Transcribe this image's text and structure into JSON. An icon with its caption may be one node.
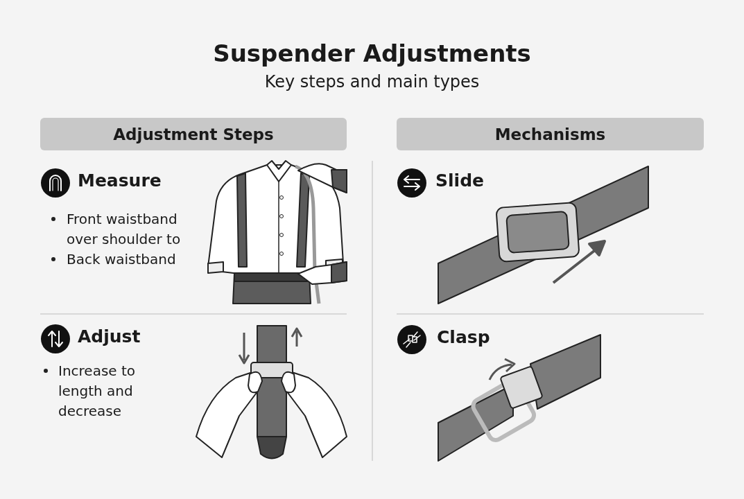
{
  "diagram": {
    "title": "Suspender Adjustments",
    "nodes": [
      {
        "text": [
          "Adjustment Steps"
        ]
      },
      {
        "text": [
          "Mechanisms"
        ]
      }
    ],
    "labels": [
      "Key steps and main types",
      "Measure",
      "Front waistband over shoulder to",
      "Back waistband",
      "Adjust",
      "Increase to length and decrease",
      "Slide",
      "Clasp"
    ]
  }
}
